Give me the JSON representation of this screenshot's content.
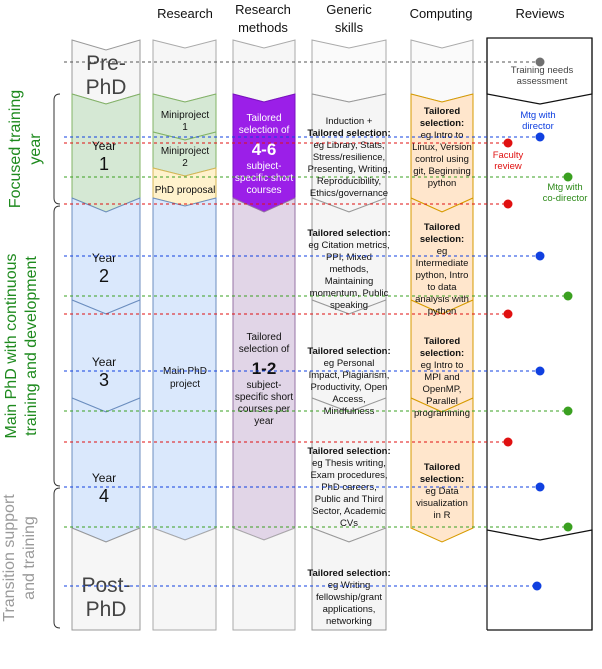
{
  "headers": {
    "research": "Research",
    "methods_line1": "Research",
    "methods_line2": "methods",
    "generic_line1": "Generic",
    "generic_line2": "skills",
    "computing": "Computing",
    "reviews": "Reviews"
  },
  "phases": {
    "focused": [
      "Focused training",
      "year"
    ],
    "main": [
      "Main PhD with continuous",
      "training and development"
    ],
    "transition": [
      "Transition support",
      "and training"
    ]
  },
  "years": {
    "prephd": [
      "Pre-",
      "PhD"
    ],
    "y1_label": "Year",
    "y1_num": "1",
    "y2_label": "Year",
    "y2_num": "2",
    "y3_label": "Year",
    "y3_num": "3",
    "y4_label": "Year",
    "y4_num": "4",
    "postphd": [
      "Post-",
      "PhD"
    ]
  },
  "research": {
    "mini1": [
      "Miniproject",
      "1"
    ],
    "mini2": [
      "Miniproject",
      "2"
    ],
    "proposal": "PhD proposal",
    "main": [
      "Main PhD",
      "project"
    ]
  },
  "methods": {
    "block1": {
      "pre": [
        "Tailored",
        "selection of"
      ],
      "num": "4-6",
      "post": [
        "subject-",
        "specific short",
        "courses"
      ]
    },
    "block2": {
      "pre": [
        "Tailored",
        "selection of"
      ],
      "num": "1-2",
      "post": [
        "subject-",
        "specific short",
        "courses per",
        "year"
      ]
    }
  },
  "generic": {
    "g1": {
      "head": "Induction +",
      "bold": "Tailored selection:",
      "lines": [
        "eg Library, Stats,",
        "Stress/resilience,",
        "Presenting, Writing,",
        "Reproducibility,",
        "Ethics/governance"
      ]
    },
    "g2": {
      "bold": "Tailored selection:",
      "lines": [
        "eg Citation metrics,",
        "PPI, Mixed",
        "methods,",
        "Maintaining",
        "momentum, Public",
        "speaking"
      ]
    },
    "g3": {
      "bold": "Tailored selection:",
      "lines": [
        "eg Personal",
        "Impact, Plagiarism,",
        "Productivity, Open",
        "Access,",
        "Mindfulness"
      ]
    },
    "g4": {
      "bold": "Tailored selection:",
      "lines": [
        "eg Thesis writing,",
        "Exam procedures,",
        "PhD careers,",
        "Public and Third",
        "Sector, Academic",
        "CVs"
      ]
    },
    "g5": {
      "bold": "Tailored selection:",
      "lines": [
        "eg Writing",
        "fellowship/grant",
        "applications,",
        "networking"
      ]
    }
  },
  "computing": {
    "c1": {
      "bold": [
        "Tailored",
        "selection:"
      ],
      "lines": [
        "eg Intro to",
        "Linux, Version",
        "control using",
        "git, Beginning",
        "python"
      ]
    },
    "c2": {
      "bold": [
        "Tailored",
        "selection:"
      ],
      "lines": [
        "eg",
        "Intermediate",
        "python, Intro",
        "to data",
        "analysis with",
        "python"
      ]
    },
    "c3": {
      "bold": [
        "Tailored",
        "selection:"
      ],
      "lines": [
        "eg Intro to",
        "MPI and",
        "OpenMP,",
        "Parallel",
        "programming"
      ]
    },
    "c4": {
      "bold": [
        "Tailored",
        "selection:"
      ],
      "lines": [
        "eg Data",
        "visualization",
        "in R"
      ]
    }
  },
  "reviews": {
    "training_needs": [
      "Training needs",
      "assessment"
    ],
    "director": [
      "Mtg with",
      "director"
    ],
    "faculty": [
      "Faculty",
      "review"
    ],
    "codirector": [
      "Mtg with",
      "co-director"
    ]
  },
  "colors": {
    "green": "#d5e8d4",
    "green_stroke": "#82b366",
    "blue": "#dae8fc",
    "blue_stroke": "#6c8ebf",
    "yellow": "#fff2cc",
    "yellow_stroke": "#d6b656",
    "purple": "#9b1fe8",
    "lavender": "#e1d5e7",
    "grey": "#f5f5f5",
    "orange_fill": "#ffe6cc",
    "orange_stroke": "#d79b00",
    "phase_green": "#1e8a1e",
    "dot_red": "#e01010",
    "dot_blue": "#1040e0",
    "dot_green": "#3aa020",
    "dot_grey": "#707070"
  }
}
